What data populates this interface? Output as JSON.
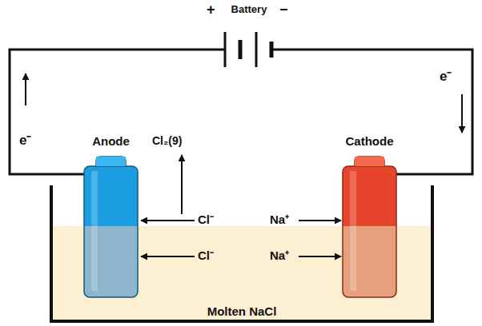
{
  "diagram": {
    "nodes": [
      {
        "text": [
          "Battery"
        ]
      },
      {
        "text": [
          "Anode"
        ]
      },
      {
        "text": [
          "Cathode"
        ]
      },
      {
        "text": [
          "Molten NaCl"
        ]
      }
    ],
    "edges": [
      {
        "from": 0,
        "to": 1,
        "arrow": "none"
      },
      {
        "from": 0,
        "to": 2,
        "arrow": "none"
      }
    ],
    "labels": [
      "+",
      "−",
      "e⁻",
      "e⁻",
      "Cl₂(9)",
      "Cl⁻",
      "Na⁺",
      "Cl⁻",
      "Na⁺"
    ]
  }
}
